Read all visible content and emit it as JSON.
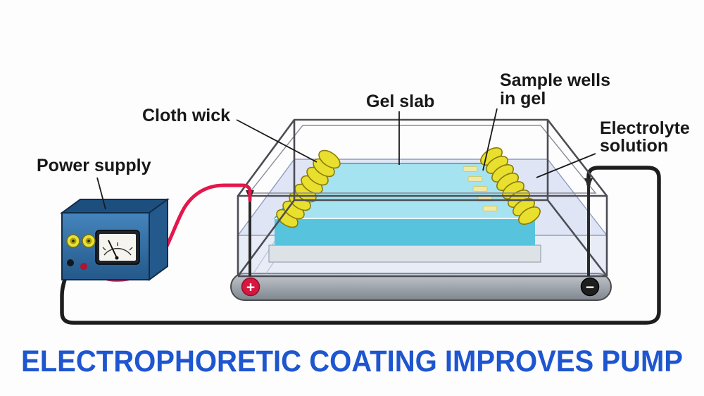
{
  "title": {
    "text": "ELECTROPHORETIC COATING IMPROVES PUMP",
    "color": "#1e56d0"
  },
  "diagram": {
    "labels": {
      "power_supply": "Power supply",
      "cloth_wick": "Cloth wick",
      "gel_slab": "Gel slab",
      "sample_wells": {
        "line1": "Sample wells",
        "line2": "in gel"
      },
      "electrolyte": {
        "line1": "Electrolyte",
        "line2": "solution"
      },
      "positive_terminal": "+",
      "negative_terminal": "−"
    },
    "colors": {
      "power_supply_blue": "#2e6da8",
      "power_supply_top": "#1d4f7e",
      "power_supply_side": "#24598b",
      "wire_red": "#e3174b",
      "wire_black": "#1d1d1d",
      "wick_yellow": "#e9df2e",
      "gel_top": "#a5e3f1",
      "gel_front": "#57c3dc",
      "solution_lavender": "#ccd6ee",
      "tray_gray": "#dde2e7",
      "base_gray": "#9aa0a8",
      "plus_red": "#d81740",
      "minus_black": "#1f1f1f",
      "well_yellow": "#efe8a6"
    }
  }
}
